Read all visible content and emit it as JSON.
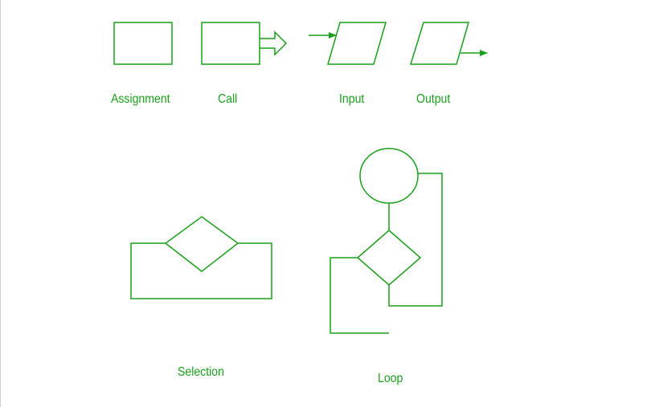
{
  "colors": {
    "stroke": "#1a9f1a",
    "label": "#1a9f1a",
    "background": "#ffffff"
  },
  "labels": {
    "assignment": "Assignment",
    "call": "Call",
    "input": "Input",
    "output": "Output",
    "selection": "Selection",
    "loop": "Loop"
  }
}
